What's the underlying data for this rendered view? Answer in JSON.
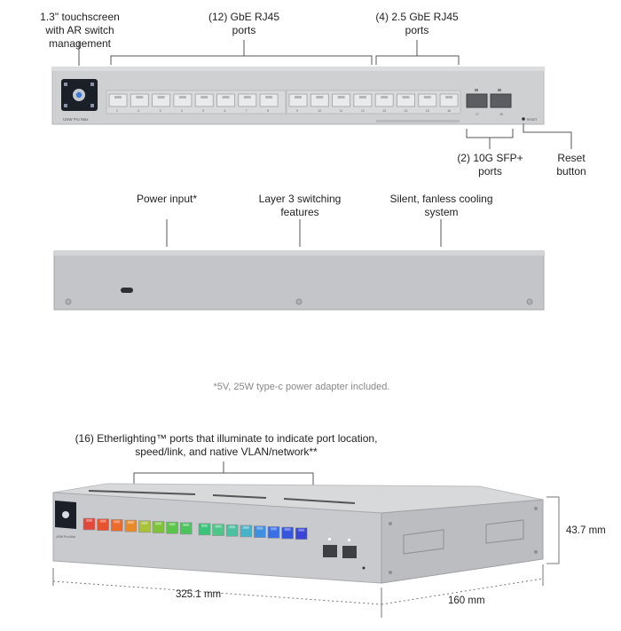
{
  "colors": {
    "chassis": "#c8c9cb",
    "chassis_dark": "#a9aaad",
    "port": "#e9eaeb",
    "screen": "#1b1f27",
    "line": "#555555"
  },
  "callouts": {
    "touchscreen": [
      "1.3\" touchscreen",
      "with AR switch management"
    ],
    "gbe_ports": [
      "(12) GbE RJ45",
      "ports"
    ],
    "ports_25": [
      "(4) 2.5 GbE RJ45",
      "ports"
    ],
    "sfp": [
      "(2) 10G SFP+",
      "ports"
    ],
    "reset": [
      "Reset",
      "button"
    ],
    "power": "Power input*",
    "layer3": [
      "Layer 3 switching",
      "features"
    ],
    "cooling": [
      "Silent, fanless cooling",
      "system"
    ],
    "etherlighting": [
      "(16) Etherlighting™ ports that illuminate to indicate port location,",
      "speed/link, and native VLAN/network**"
    ]
  },
  "footnote": "*5V, 25W type-c power adapter included.",
  "device": {
    "model_label": "USW Pro Max",
    "reset_label": "RESET",
    "port_numbers": [
      "1",
      "2",
      "3",
      "4",
      "5",
      "6",
      "7",
      "8",
      "9",
      "10",
      "11",
      "12",
      "13",
      "14",
      "15",
      "16"
    ],
    "sfp_numbers": [
      "17",
      "18"
    ]
  },
  "dimensions": {
    "height": "43.7 mm",
    "width": "325.1 mm",
    "depth": "160 mm"
  },
  "led_colors": [
    "#e2473a",
    "#e8522f",
    "#ec6a2a",
    "#e98a2a",
    "#a9c23a",
    "#7ec33a",
    "#5bc44a",
    "#4cc45e",
    "#3cc47c",
    "#4fc58a",
    "#4cc0a0",
    "#47b3c9",
    "#3f8fe0",
    "#3a6fe6",
    "#3655df",
    "#3a45d6"
  ]
}
